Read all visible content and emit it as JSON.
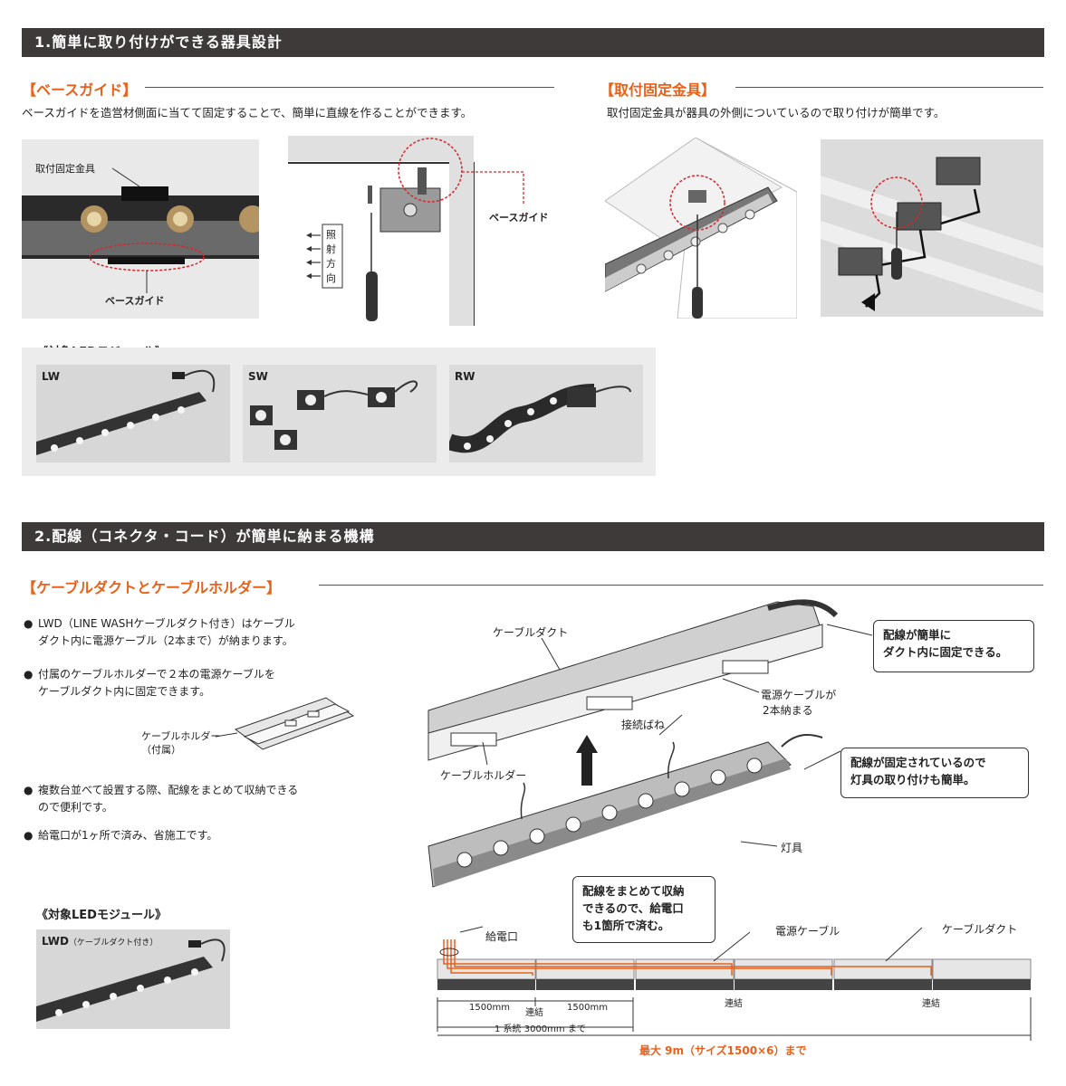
{
  "section1": {
    "title": "1.簡単に取り付けができる器具設計",
    "base_guide": {
      "heading": "【ベースガイド】",
      "desc": "ベースガイドを造営材側面に当てて固定することで、簡単に直線を作ることができます。",
      "photo_label_top": "取付固定金具",
      "photo_label_bottom": "ベースガイド",
      "diagram_label": "ベースガイド",
      "direction_chars": [
        "照",
        "射",
        "方",
        "向"
      ]
    },
    "bracket": {
      "heading": "【取付固定金具】",
      "desc": "取付固定金具が器具の外側についているので取り付けが簡単です。"
    },
    "modules": {
      "heading": "《対象LEDモジュール》",
      "items": [
        "LW",
        "SW",
        "RW"
      ]
    }
  },
  "section2": {
    "title": "2.配線（コネクタ・コード）が簡単に納まる機構",
    "heading": "【ケーブルダクトとケーブルホルダー】",
    "bullets": [
      [
        "LWD（LINE WASHケーブルダクト付き）はケーブル",
        "ダクト内に電源ケーブル（2本まで）が納まります。"
      ],
      [
        "付属のケーブルホルダーで２本の電源ケーブルを",
        "ケーブルダクト内に固定できます。"
      ],
      [
        "複数台並べて設置する際、配線をまとめて収納できる",
        "ので便利です。"
      ],
      [
        "給電口が1ヶ所で済み、省施工です。"
      ]
    ],
    "bullet_mark": "●",
    "holder_label": [
      "ケーブルホルダー",
      "（付属）"
    ],
    "module_heading": "《対象LEDモジュール》",
    "module_name": "LWD",
    "module_sub": "（ケーブルダクト付き）",
    "diagram": {
      "duct_label": "ケーブルダクト",
      "cables_label": [
        "電源ケーブルが",
        "2本納まる"
      ],
      "spring_label": "接続ばね",
      "holder_label": "ケーブルホルダー",
      "fixture_label": "灯具",
      "callout1": [
        "配線が簡単に",
        "ダクト内に固定できる。"
      ],
      "callout2": [
        "配線が固定されているので",
        "灯具の取り付けも簡単。"
      ],
      "callout3": [
        "配線をまとめて収納",
        "できるので、給電口",
        "も1箇所で済む。"
      ]
    },
    "layout": {
      "feed_label": "給電口",
      "cable_label": "電源ケーブル",
      "duct_label": "ケーブルダクト",
      "joint": "連結",
      "len1": "1500mm",
      "len2": "1500mm",
      "system": "1 系統 3000mm まで",
      "max": "最大 9m（サイズ1500×6）まで"
    }
  },
  "colors": {
    "accent": "#e8611a",
    "bar": "#3e3a39",
    "red_dash": "#d7262c"
  }
}
